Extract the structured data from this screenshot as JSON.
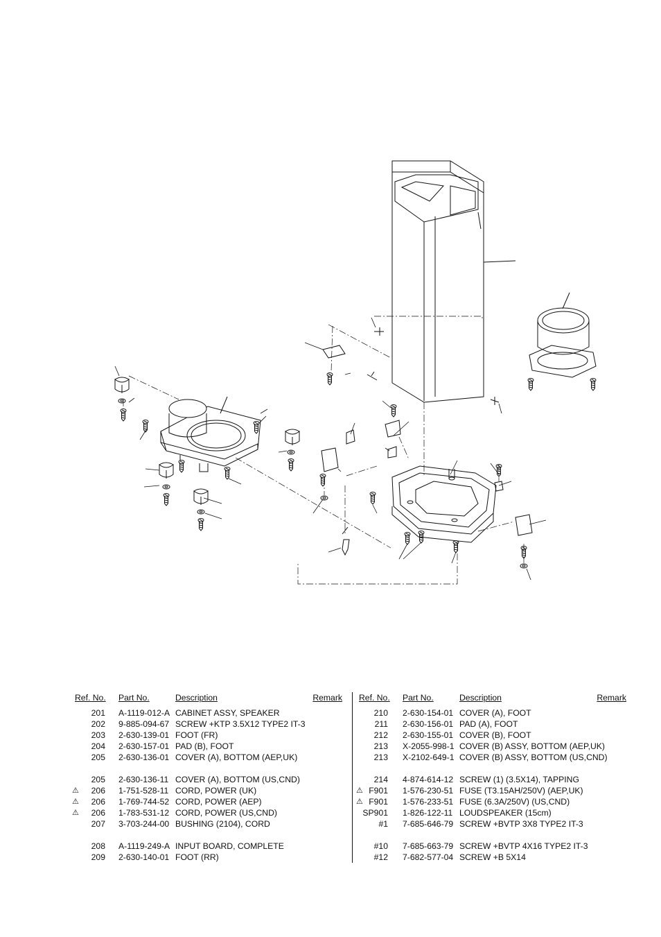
{
  "headers": {
    "ref": "Ref. No.",
    "part": "Part No.",
    "desc": "Description",
    "remark": "Remark"
  },
  "left_rows": [
    {
      "warn": "",
      "ref": "201",
      "part": "A-1119-012-A",
      "desc": "CABINET ASSY, SPEAKER",
      "gap": false
    },
    {
      "warn": "",
      "ref": "202",
      "part": "9-885-094-67",
      "desc": "SCREW +KTP 3.5X12 TYPE2 IT-3",
      "gap": false
    },
    {
      "warn": "",
      "ref": "203",
      "part": "2-630-139-01",
      "desc": "FOOT (FR)",
      "gap": false
    },
    {
      "warn": "",
      "ref": "204",
      "part": "2-630-157-01",
      "desc": "PAD (B), FOOT",
      "gap": false
    },
    {
      "warn": "",
      "ref": "205",
      "part": "2-630-136-01",
      "desc": "COVER (A), BOTTOM (AEP,UK)",
      "gap": false
    },
    {
      "warn": "",
      "ref": "205",
      "part": "2-630-136-11",
      "desc": "COVER (A), BOTTOM (US,CND)",
      "gap": true
    },
    {
      "warn": "⚠",
      "ref": "206",
      "part": "1-751-528-11",
      "desc": "CORD, POWER (UK)",
      "gap": false
    },
    {
      "warn": "⚠",
      "ref": "206",
      "part": "1-769-744-52",
      "desc": "CORD, POWER (AEP)",
      "gap": false
    },
    {
      "warn": "⚠",
      "ref": "206",
      "part": "1-783-531-12",
      "desc": "CORD, POWER (US,CND)",
      "gap": false
    },
    {
      "warn": "",
      "ref": "207",
      "part": "3-703-244-00",
      "desc": "BUSHING (2104), CORD",
      "gap": false
    },
    {
      "warn": "",
      "ref": "208",
      "part": "A-1119-249-A",
      "desc": "INPUT BOARD, COMPLETE",
      "gap": true
    },
    {
      "warn": "",
      "ref": "209",
      "part": "2-630-140-01",
      "desc": "FOOT (RR)",
      "gap": false
    }
  ],
  "right_rows": [
    {
      "warn": "",
      "ref": "210",
      "part": "2-630-154-01",
      "desc": "COVER (A), FOOT",
      "gap": false
    },
    {
      "warn": "",
      "ref": "211",
      "part": "2-630-156-01",
      "desc": "PAD (A), FOOT",
      "gap": false
    },
    {
      "warn": "",
      "ref": "212",
      "part": "2-630-155-01",
      "desc": "COVER (B), FOOT",
      "gap": false
    },
    {
      "warn": "",
      "ref": "213",
      "part": "X-2055-998-1",
      "desc": "COVER (B) ASSY, BOTTOM (AEP,UK)",
      "gap": false
    },
    {
      "warn": "",
      "ref": "213",
      "part": "X-2102-649-1",
      "desc": "COVER (B) ASSY, BOTTOM (US,CND)",
      "gap": false
    },
    {
      "warn": "",
      "ref": "214",
      "part": "4-874-614-12",
      "desc": "SCREW (1) (3.5X14), TAPPING",
      "gap": true
    },
    {
      "warn": "⚠",
      "ref": "F901",
      "part": "1-576-230-51",
      "desc": "FUSE (T3.15AH/250V) (AEP,UK)",
      "gap": false
    },
    {
      "warn": "⚠",
      "ref": "F901",
      "part": "1-576-233-51",
      "desc": "FUSE (6.3A/250V) (US,CND)",
      "gap": false
    },
    {
      "warn": "",
      "ref": "SP901",
      "part": "1-826-122-11",
      "desc": "LOUDSPEAKER (15cm)",
      "gap": false
    },
    {
      "warn": "",
      "ref": "#1",
      "part": "7-685-646-79",
      "desc": "SCREW +BVTP 3X8 TYPE2 IT-3",
      "gap": false
    },
    {
      "warn": "",
      "ref": "#10",
      "part": "7-685-663-79",
      "desc": "SCREW +BVTP 4X16 TYPE2 IT-3",
      "gap": true
    },
    {
      "warn": "",
      "ref": "#12",
      "part": "7-682-577-04",
      "desc": "SCREW +B 5X14",
      "gap": false
    }
  ]
}
